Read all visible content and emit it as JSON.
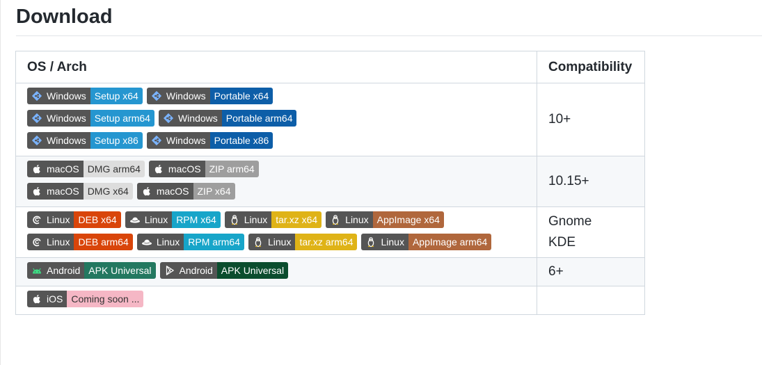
{
  "page": {
    "title": "Download"
  },
  "table": {
    "headers": {
      "os_arch": "OS / Arch",
      "compatibility": "Compatibility"
    }
  },
  "colors": {
    "windows_setup": "#2596d0",
    "windows_portable": "#0d5ea8",
    "macos_dmg": "#dddddd",
    "macos_zip": "#9e9e9e",
    "linux_deb": "#d9450a",
    "linux_rpm": "#17a5c9",
    "linux_tarxz": "#dfb317",
    "linux_appimage": "#b0673c",
    "android_apk": "#237860",
    "android_apk2": "#0b4d2e",
    "ios_soon": "#f5b7c5"
  },
  "groups": {
    "windows": {
      "compat": "10+",
      "rows": [
        [
          {
            "os": "Windows",
            "label": "Setup x64",
            "icon": "git-icon",
            "color": "#2596d0"
          },
          {
            "os": "Windows",
            "label": "Portable x64",
            "icon": "git-icon",
            "color": "#0d5ea8"
          }
        ],
        [
          {
            "os": "Windows",
            "label": "Setup arm64",
            "icon": "git-icon",
            "color": "#2596d0"
          },
          {
            "os": "Windows",
            "label": "Portable arm64",
            "icon": "git-icon",
            "color": "#0d5ea8"
          }
        ],
        [
          {
            "os": "Windows",
            "label": "Setup x86",
            "icon": "git-icon",
            "color": "#2596d0"
          },
          {
            "os": "Windows",
            "label": "Portable x86",
            "icon": "git-icon",
            "color": "#0d5ea8"
          }
        ]
      ]
    },
    "macos": {
      "compat": "10.15+",
      "rows": [
        [
          {
            "os": "macOS",
            "label": "DMG arm64",
            "icon": "apple-icon",
            "color": "#dddddd"
          },
          {
            "os": "macOS",
            "label": "ZIP arm64",
            "icon": "apple-icon",
            "color": "#9e9e9e"
          }
        ],
        [
          {
            "os": "macOS",
            "label": "DMG x64",
            "icon": "apple-icon",
            "color": "#dddddd"
          },
          {
            "os": "macOS",
            "label": "ZIP x64",
            "icon": "apple-icon",
            "color": "#9e9e9e"
          }
        ]
      ]
    },
    "linux": {
      "compat_lines": [
        "Gnome",
        "KDE"
      ],
      "rows": [
        [
          {
            "os": "Linux",
            "label": "DEB x64",
            "icon": "debian-icon",
            "color": "#d9450a"
          },
          {
            "os": "Linux",
            "label": "RPM x64",
            "icon": "redhat-icon",
            "color": "#17a5c9"
          },
          {
            "os": "Linux",
            "label": "tar.xz x64",
            "icon": "tux-icon",
            "color": "#dfb317"
          },
          {
            "os": "Linux",
            "label": "AppImage x64",
            "icon": "tux-icon",
            "color": "#b0673c"
          }
        ],
        [
          {
            "os": "Linux",
            "label": "DEB arm64",
            "icon": "debian-icon",
            "color": "#d9450a"
          },
          {
            "os": "Linux",
            "label": "RPM arm64",
            "icon": "redhat-icon",
            "color": "#17a5c9"
          },
          {
            "os": "Linux",
            "label": "tar.xz arm64",
            "icon": "tux-icon",
            "color": "#dfb317"
          },
          {
            "os": "Linux",
            "label": "AppImage arm64",
            "icon": "tux-icon",
            "color": "#b0673c"
          }
        ]
      ]
    },
    "android": {
      "compat": "6+",
      "rows": [
        [
          {
            "os": "Android",
            "label": "APK Universal",
            "icon": "android-icon",
            "color": "#237860"
          },
          {
            "os": "Android",
            "label": "APK Universal",
            "icon": "google-play-icon",
            "color": "#0b4d2e"
          }
        ]
      ]
    },
    "ios": {
      "compat": "",
      "rows": [
        [
          {
            "os": "iOS",
            "label": "Coming soon ...",
            "icon": "apple-icon",
            "color": "#f5b7c5"
          }
        ]
      ]
    }
  }
}
